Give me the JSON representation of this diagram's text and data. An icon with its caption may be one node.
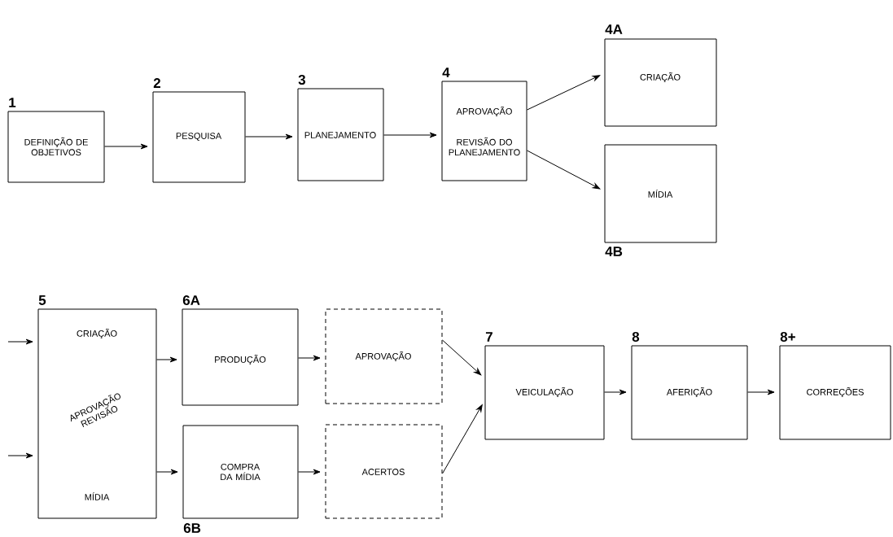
{
  "diagram": {
    "nodes": [
      {
        "text": [
          "1",
          "DEFINIÇÃO DE OBJETIVOS"
        ]
      },
      {
        "text": [
          "2",
          "PESQUISA"
        ]
      },
      {
        "text": [
          "3",
          "PLANEJAMENTO"
        ]
      },
      {
        "text": [
          "4",
          "APROVAÇÃO",
          "REVISÃO DO PLANEJAMENTO"
        ]
      },
      {
        "text": [
          "4A",
          "CRIAÇÃO"
        ]
      },
      {
        "text": [
          "MÍDIA",
          "4B"
        ]
      },
      {
        "text": [
          "5",
          "CRIAÇÃO",
          "APROVAÇÃO REVISÃO",
          "MÍDIA"
        ]
      },
      {
        "text": [
          "6A",
          "PRODUÇÃO"
        ]
      },
      {
        "text": [
          "COMPRA DA MÍDIA",
          "6B"
        ]
      },
      {
        "text": [
          "APROVAÇÃO"
        ]
      },
      {
        "text": [
          "ACERTOS"
        ]
      },
      {
        "text": [
          "7",
          "VEICULAÇÃO"
        ]
      },
      {
        "text": [
          "8",
          "AFERIÇÃO"
        ]
      },
      {
        "text": [
          "8+",
          "CORREÇÕES"
        ]
      }
    ],
    "edges": [
      {
        "from": 0,
        "to": 1,
        "arrow": "to"
      },
      {
        "from": 1,
        "to": 2,
        "arrow": "to"
      },
      {
        "from": 2,
        "to": 3,
        "arrow": "to"
      },
      {
        "from": 3,
        "to": 4,
        "arrow": "to"
      },
      {
        "from": 3,
        "to": 5,
        "arrow": "to"
      },
      {
        "from": null,
        "to": 6,
        "arrow": "to"
      },
      {
        "from": null,
        "to": 6,
        "arrow": "to"
      },
      {
        "from": 6,
        "to": 7,
        "arrow": "to"
      },
      {
        "from": 6,
        "to": 8,
        "arrow": "to"
      },
      {
        "from": 7,
        "to": 9,
        "arrow": "to"
      },
      {
        "from": 8,
        "to": 10,
        "arrow": "to"
      },
      {
        "from": 9,
        "to": 11,
        "arrow": "to"
      },
      {
        "from": 10,
        "to": 11,
        "arrow": "to"
      },
      {
        "from": 11,
        "to": 12,
        "arrow": "to"
      },
      {
        "from": 12,
        "to": 13,
        "arrow": "to"
      }
    ]
  }
}
